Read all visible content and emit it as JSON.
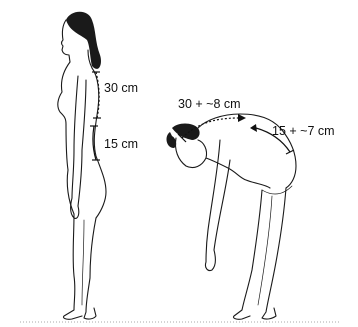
{
  "labels": {
    "standing_upper": "30 cm",
    "standing_lower": "15 cm",
    "bending_upper": "30 + ~8 cm",
    "bending_lower": "15 + ~7 cm"
  }
}
